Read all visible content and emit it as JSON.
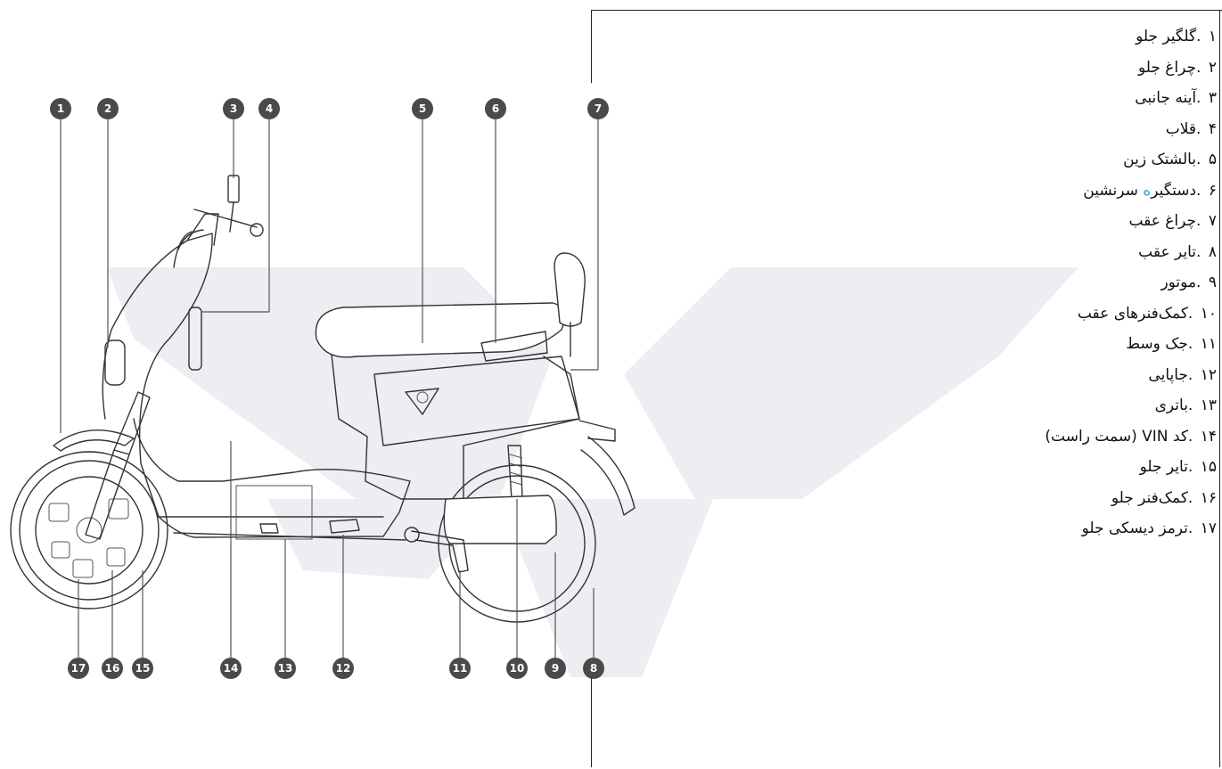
{
  "colors": {
    "watermark": "#eceef2",
    "callout_fill": "#4a4a4a",
    "accent_text": "#2ba8e0"
  },
  "callouts": [
    "1",
    "2",
    "3",
    "4",
    "5",
    "6",
    "7",
    "8",
    "9",
    "10",
    "11",
    "12",
    "13",
    "14",
    "15",
    "16",
    "17"
  ],
  "legend": [
    {
      "num": "۱",
      "text": ".گلگیر جلو"
    },
    {
      "num": "۲",
      "text": ".چراغ جلو"
    },
    {
      "num": "۳",
      "text": ".آینه جانبی"
    },
    {
      "num": "۴",
      "text": ".قلاب"
    },
    {
      "num": "۵",
      "text": ".بالشتک زین"
    },
    {
      "num": "۶",
      "text_before": ".دستگیر",
      "text_accent": "ه",
      "text_after": " سرنشین"
    },
    {
      "num": "۷",
      "text": ".چراغ عقب"
    },
    {
      "num": "۸",
      "text": ".تایر عقب"
    },
    {
      "num": "۹",
      "text": ".موتور"
    },
    {
      "num": "۱۰",
      "text": ".کمک‌فنرهای عقب"
    },
    {
      "num": "۱۱",
      "text": ".جک وسط"
    },
    {
      "num": "۱۲",
      "text": ".جاپایی"
    },
    {
      "num": "۱۳",
      "text": ".باتری"
    },
    {
      "num": "۱۴",
      "text": ".کد VIN (سمت راست)"
    },
    {
      "num": "۱۵",
      "text": ".تایر جلو"
    },
    {
      "num": "۱۶",
      "text": ".کمک‌فنر جلو"
    },
    {
      "num": "۱۷",
      "text": ".ترمز دیسکی جلو"
    }
  ]
}
